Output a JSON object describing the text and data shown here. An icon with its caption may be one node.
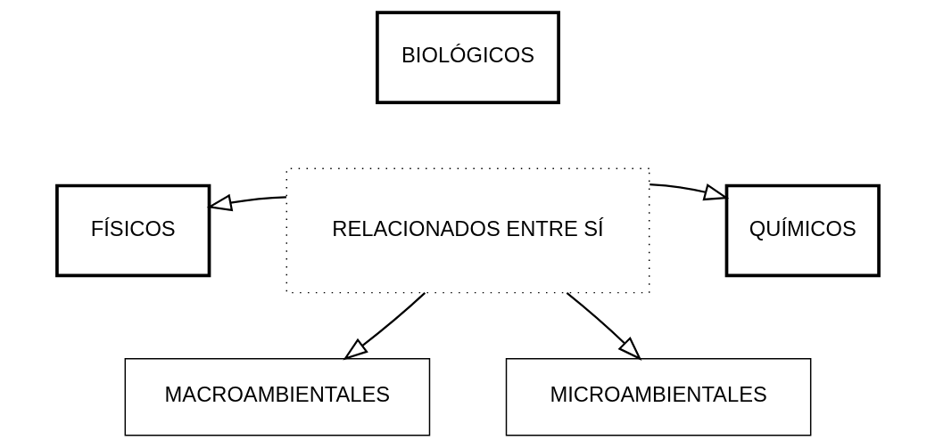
{
  "diagram": {
    "nodes": [
      {
        "text": [
          "BIOLÓGICOS"
        ]
      },
      {
        "text": [
          "FÍSICOS"
        ]
      },
      {
        "text": [
          "RELACIONADOS ENTRE SÍ"
        ]
      },
      {
        "text": [
          "QUÍMICOS"
        ]
      },
      {
        "text": [
          "MACROAMBIENTALES"
        ]
      },
      {
        "text": [
          "MICROAMBIENTALES"
        ]
      }
    ],
    "edges": [
      {
        "from": 2,
        "to": 1,
        "arrow": "to"
      },
      {
        "from": 2,
        "to": 3,
        "arrow": "to"
      },
      {
        "from": 2,
        "to": 4,
        "arrow": "to"
      },
      {
        "from": 2,
        "to": 5,
        "arrow": "to"
      }
    ]
  }
}
